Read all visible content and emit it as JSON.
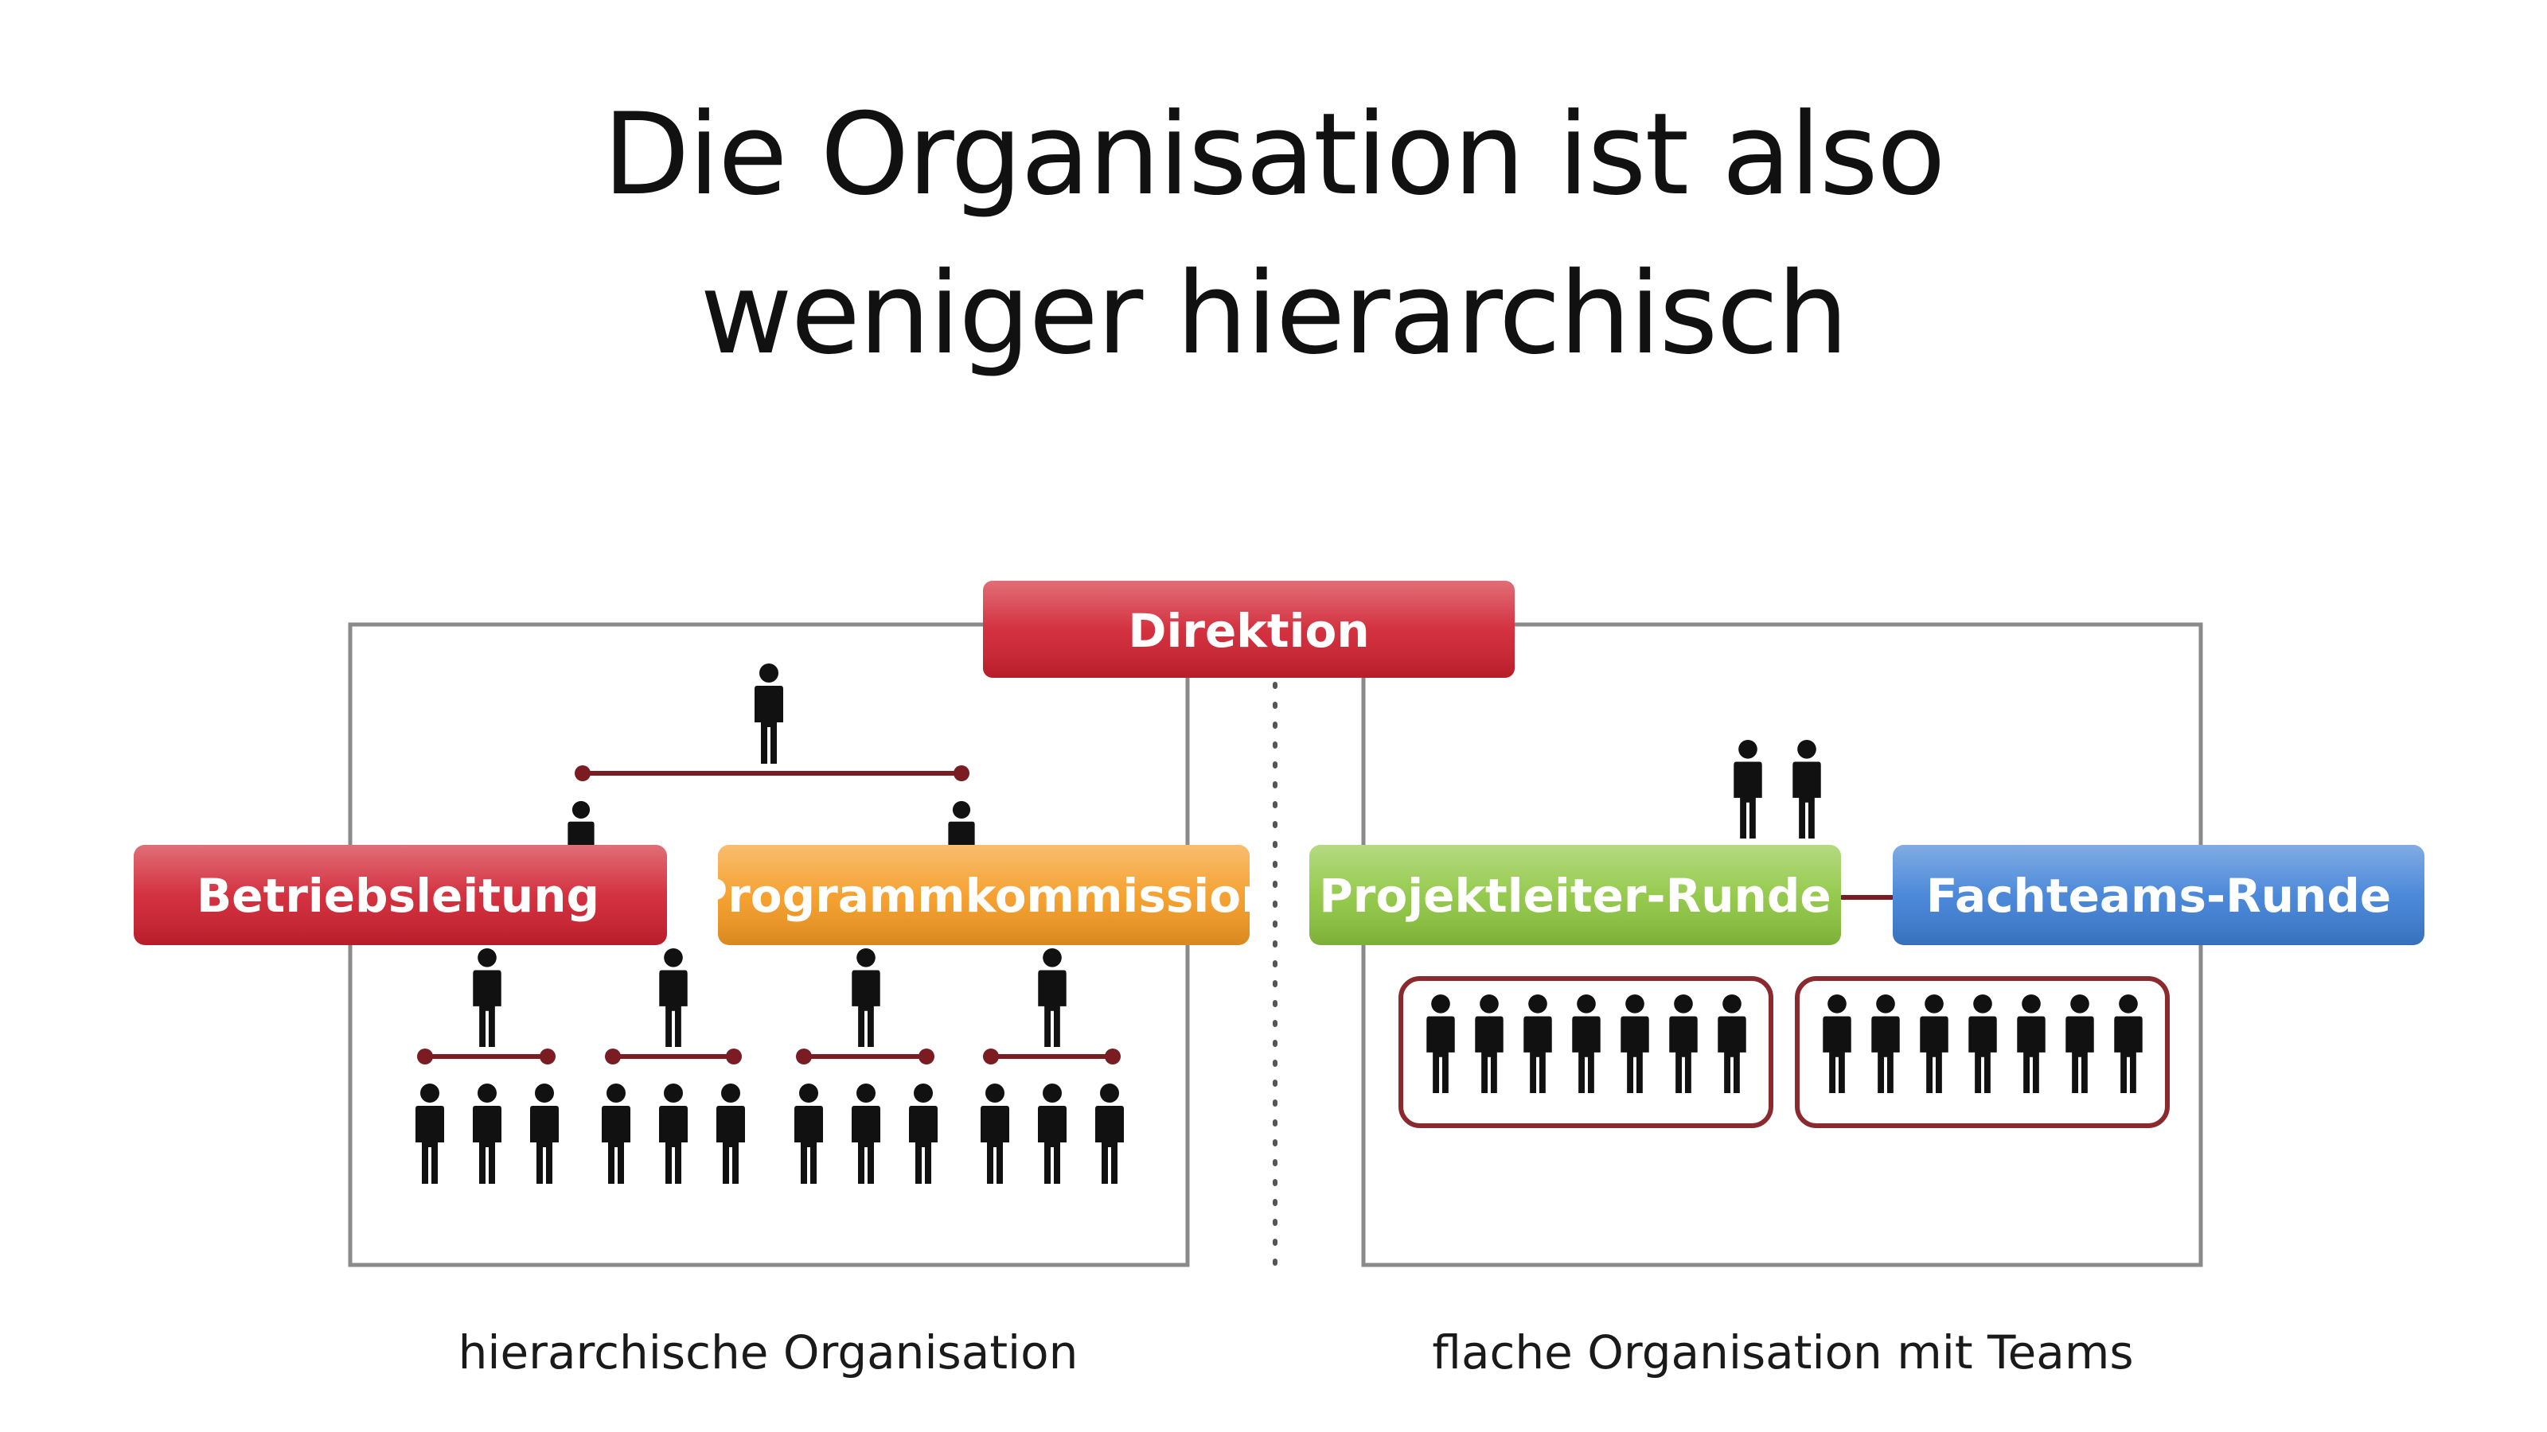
{
  "title": {
    "line1": "Die Organisation ist also",
    "line2": "weniger hierarchisch"
  },
  "diagram": {
    "top_box": {
      "label": "Direktion",
      "color": "#d0202f"
    },
    "left_panel": {
      "caption": "hierarchische Organisation",
      "boxes": [
        {
          "label": "Betriebsleitung",
          "color": "#d0202f"
        },
        {
          "label": "Programmkommission",
          "color": "#f59a21"
        }
      ]
    },
    "right_panel": {
      "caption": "flache Organisation mit Teams",
      "boxes": [
        {
          "label": "Projektleiter-Runde",
          "color": "#8dc63f"
        },
        {
          "label": "Fachteams-Runde",
          "color": "#3d7fd6"
        }
      ],
      "teams": [
        {
          "members": 7
        },
        {
          "members": 7
        }
      ]
    },
    "colors": {
      "frame": "#8a8a8a",
      "connector": "#7a1c22",
      "person": "#111111",
      "team_border": "#8a2a2e"
    },
    "person_icon": "person-icon"
  }
}
